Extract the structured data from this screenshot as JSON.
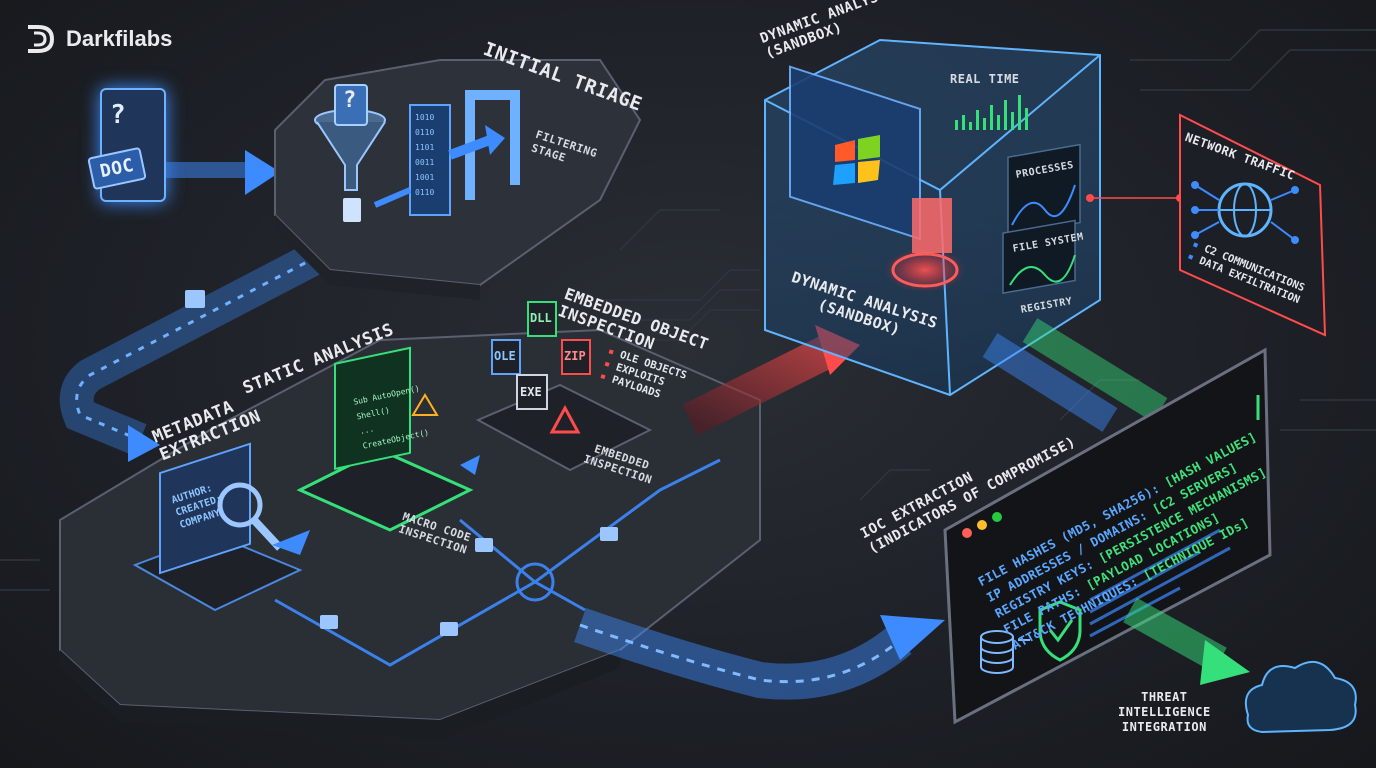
{
  "brand": {
    "name": "Darkfilabs"
  },
  "input": {
    "doc_tag": "DOC",
    "unknown_glyph": "?"
  },
  "triage": {
    "title": "INITIAL TRIAGE",
    "filter_label": "FILTERING\nSTAGE"
  },
  "static": {
    "title": "STATIC ANALYSIS",
    "metadata": {
      "title": "METADATA\nEXTRACTION",
      "fields": [
        "AUTHOR:",
        "CREATED:",
        "COMPANY:"
      ]
    },
    "macro": {
      "label": "MACRO CODE\nINSPECTION",
      "code": [
        "Sub AutoOpen()",
        "Shell()",
        "...",
        "CreateObject()"
      ]
    },
    "embedded": {
      "label": "EMBEDDED\nINSPECTION"
    }
  },
  "embedded_objects": {
    "title": "EMBEDDED OBJECT\nINSPECTION",
    "file_tags": [
      "OLE",
      "DLL",
      "EXE",
      "ZIP"
    ],
    "items": [
      "OLE OBJECTS",
      "EXPLOITS",
      "PAYLOADS"
    ]
  },
  "dynamic": {
    "title": "DYNAMIC ANALYSIS\n(SANDBOX)",
    "front_title": "DYNAMIC ANALYSIS\n(SANDBOX)",
    "realtime_label": "REAL TIME",
    "panels": [
      "PROCESSES",
      "FILE SYSTEM",
      "REGISTRY"
    ]
  },
  "network": {
    "title": "NETWORK TRAFFIC",
    "items": [
      "C2 COMMUNICATIONS",
      "DATA EXFILTRATION"
    ]
  },
  "ioc": {
    "title": "IOC EXTRACTION\n(INDICATORS OF COMPROMISE)",
    "lines": [
      {
        "key": "FILE HASHES (MD5, SHA256): ",
        "value": "[HASH VALUES]"
      },
      {
        "key": "IP ADDRESSES / DOMAINS: ",
        "value": "[C2 SERVERS]"
      },
      {
        "key": "REGISTRY KEYS: ",
        "value": "[PERSISTENCE MECHANISMS]"
      },
      {
        "key": "FILE PATHS: ",
        "value": "[PAYLOAD LOCATIONS]"
      },
      {
        "key": "ATT&CK TECHNIQUES: ",
        "value": "[TECHNIQUE IDs]"
      }
    ]
  },
  "threat_intel": {
    "label": "THREAT\nINTELLIGENCE\nINTEGRATION"
  },
  "colors": {
    "blue": "#3d8bff",
    "red": "#ff4b4b",
    "green": "#35e07a",
    "bg": "#1c1f24"
  }
}
